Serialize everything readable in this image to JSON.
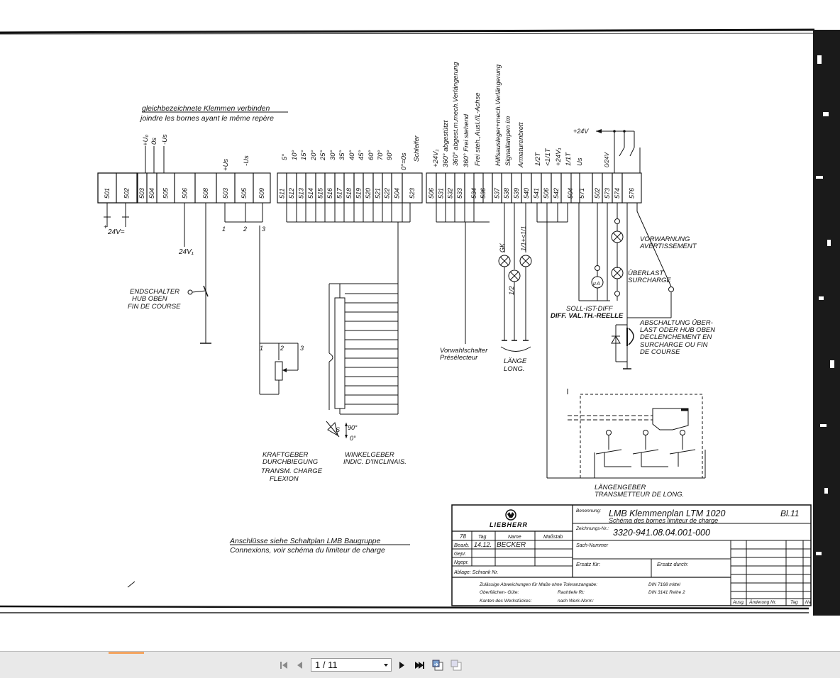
{
  "document": {
    "note_top_de": "gleichbezeichnete Klemmen verbinden",
    "note_top_fr": "joindre les bornes ayant le même repère",
    "supply_left": "24V=",
    "supply_24v1": "24V₁",
    "supply_arrow": "+24V",
    "terminals": [
      "501",
      "502",
      "503",
      "504",
      "505",
      "506",
      "508",
      "503",
      "505",
      "509",
      "511",
      "512",
      "513",
      "514",
      "515",
      "516",
      "517",
      "518",
      "519",
      "520",
      "521",
      "522",
      "504",
      "523",
      "506",
      "531",
      "532",
      "533",
      "534",
      "536",
      "537",
      "538",
      "539",
      "540",
      "541",
      "506",
      "542",
      "504",
      "571",
      "502",
      "573",
      "574",
      "576"
    ],
    "top_labels_a": [
      "+U₀",
      "0s",
      "-Us"
    ],
    "top_labels_b": [
      "+Us",
      "-Us"
    ],
    "angle_labels": [
      "5°",
      "10°",
      "15°",
      "20°",
      "25°",
      "30°",
      "35°",
      "40°",
      "45°",
      "60°",
      "70°",
      "90°",
      "0°=0s",
      "Schleifer"
    ],
    "config_labels": [
      "+24V₁",
      "360° abgestützt",
      "360° abgest.m.mech.Verlängerung",
      "360° Frei stehend",
      "Frei steh.,Ausl.//L-Achse",
      "Hilfsausleger+mech.Verlängerung",
      "Signallampen im",
      "Armaturenbrett"
    ],
    "length_labels": [
      "1/2T",
      "<1/1T",
      "+24V₁",
      "1/1T",
      "Us"
    ],
    "right_labels": [
      "0/24V"
    ],
    "pin_labels": [
      "1",
      "2",
      "3"
    ],
    "endschalter": [
      "ENDSCHALTER",
      "HUB OBEN",
      "FIN DE COURSE"
    ],
    "kraftgeber": [
      "KRAFTGEBER",
      "DURCHBIEGUNG",
      "TRANSM. CHARGE",
      "FLEXION"
    ],
    "winkelgeber": [
      "WINKELGEBER",
      "INDIC. D'INCLINAIS."
    ],
    "angle_marks": [
      "90°",
      "0°",
      "S"
    ],
    "vorwahl": [
      "Vorwahlschalter",
      "Présélecteur"
    ],
    "laenge": [
      "LÄNGE",
      "LONG."
    ],
    "lamp_labels": [
      "GK",
      "1/2",
      "1/1+<1/1"
    ],
    "vorwarnung": [
      "VORWARNUNG",
      "AVERTISSEMENT"
    ],
    "ueberlast": [
      "ÜBERLAST",
      "SURCHARGE"
    ],
    "meter_label": "A",
    "soll_ist": [
      "SOLL-IST-DIFF",
      "DIFF. VAL.TH.-REELLE"
    ],
    "abschaltung": [
      "ABSCHALTUNG ÜBER-",
      "LAST ODER HUB OBEN",
      "DECLENCHEMENT EN",
      "SURCHARGE OU FIN",
      "DE COURSE"
    ],
    "laengengeber": [
      "LÄNGENGEBER",
      "TRANSMETTEUR DE LONG."
    ],
    "anschluesse_de": "Anschlüsse siehe Schaltplan LMB Baugruppe",
    "anschluesse_fr": "Connexions, voir schéma du limiteur de charge"
  },
  "title_block": {
    "brand": "LIEBHERR",
    "benennung_label": "Benennung:",
    "title_de": "LMB Klemmenplan LTM 1020",
    "title_fr": "Schéma des bornes limiteur de charge",
    "sheet": "Bl.11",
    "zeichnung_label": "Zeichnungs-Nr.:",
    "drawing_no": "3320-941.08.04.001-000",
    "year": "78",
    "col_tag": "Tag",
    "col_name": "Name",
    "col_massstab": "Maßstab",
    "row_bearb": "Bearb.",
    "date": "14.12.",
    "name": "BECKER",
    "row_gepr": "Gepr.",
    "row_normgepr": "Ngepr.",
    "sach_label": "Sach-Nummer",
    "ersatz_fuer": "Ersatz für:",
    "ersatz_durch": "Ersatz durch:",
    "ablage": "Ablage: Schrank Nr.",
    "tol_line": "Zulässige Abweichungen für Maße ohne Toleranzangabe:",
    "tol_din": "DIN 7168 mittel",
    "surf_label": "Oberflächen- Güte:",
    "surf_rt": "Rauhtiefe Rt:",
    "surf_din": "DIN 3141 Reihe 2",
    "edge_label": "Kanten des Werkstückes:",
    "edge_norm": "nach Werk-Norm:",
    "rev_ausg": "Ausg.",
    "rev_aend": "Änderung Nr.",
    "rev_tag": "Tag",
    "rev_na": "Na"
  },
  "viewer": {
    "page_indicator": "1 / 11",
    "first_icon": "first-page-icon",
    "prev_icon": "previous-page-icon",
    "next_icon": "next-page-icon",
    "last_icon": "last-page-icon",
    "fit_icon": "fit-page-icon",
    "single_icon": "single-page-icon",
    "accent": "#f4a460"
  }
}
